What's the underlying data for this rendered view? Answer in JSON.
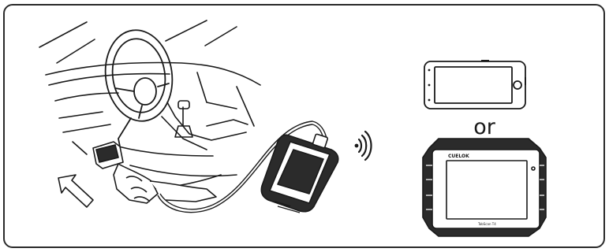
{
  "connector_text": "or",
  "tablet_brand": "CUELOK",
  "tablet_model": "TabScan T4",
  "colors": {
    "line": "#1a1a1a",
    "frame": "#2a2a2a",
    "fill_dark": "#2b2b2b",
    "background": "#ffffff"
  },
  "icons": [
    "steering-wheel-icon",
    "obd-connector-icon",
    "arrow-icon",
    "vci-dongle-icon",
    "wireless-signal-icon",
    "smartphone-icon",
    "tablet-icon"
  ]
}
